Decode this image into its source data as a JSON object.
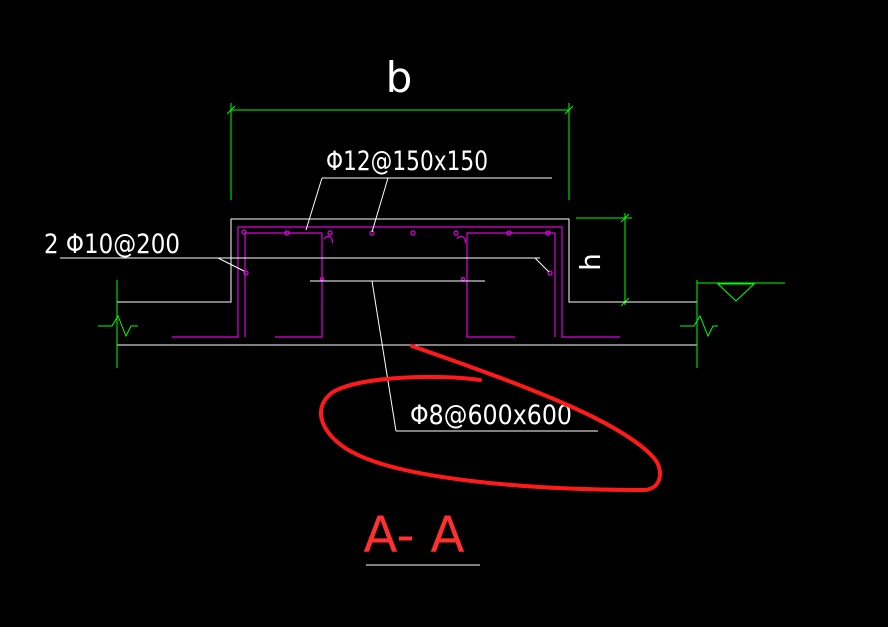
{
  "labels": {
    "dim_b": "b",
    "dim_h": "h",
    "top_bar": "Φ12@150x150",
    "side_bar": "2 Φ10@200",
    "bottom_bar": "Φ8@600x600",
    "section": "A- A"
  },
  "colors": {
    "background": "#000000",
    "concrete": "#ffffff",
    "rebar": "#e000e0",
    "dimension": "#00ff00",
    "ground": "#00ff00",
    "title": "#ff3030",
    "annotation": "#ff1a1a",
    "leader": "#ffffff"
  },
  "icons": {
    "ground_level": "ground-level-triangle-icon",
    "break_left": "break-line-icon",
    "break_right": "break-line-icon"
  }
}
